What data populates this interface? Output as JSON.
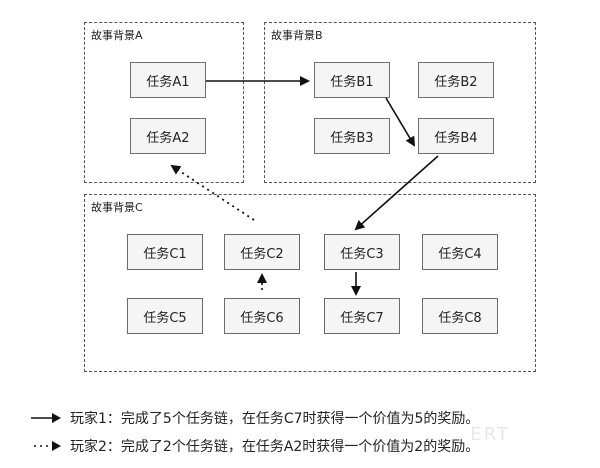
{
  "groups": {
    "a": {
      "label": "故事背景A"
    },
    "b": {
      "label": "故事背景B"
    },
    "c": {
      "label": "故事背景C"
    }
  },
  "tasks": {
    "a1": "任务A1",
    "a2": "任务A2",
    "b1": "任务B1",
    "b2": "任务B2",
    "b3": "任务B3",
    "b4": "任务B4",
    "c1": "任务C1",
    "c2": "任务C2",
    "c3": "任务C3",
    "c4": "任务C4",
    "c5": "任务C5",
    "c6": "任务C6",
    "c7": "任务C7",
    "c8": "任务C8"
  },
  "legend": {
    "player1": "玩家1：完成了5个任务链，在任务C7时获得一个价值为5的奖励。",
    "player2": "玩家2：完成了2个任务链，在任务A2时获得一个价值为2的奖励。"
  },
  "watermark": "ERT"
}
